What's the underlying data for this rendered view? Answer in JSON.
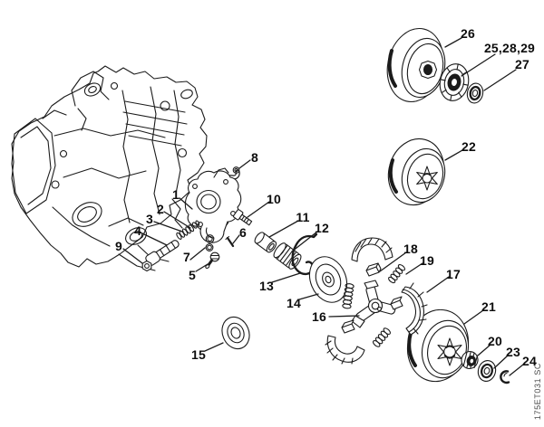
{
  "diagram": {
    "title_code": "175ET031 SC",
    "colors": {
      "line": "#1b1b1b",
      "background": "#ffffff",
      "label": "#0d0d0d"
    },
    "callouts": {
      "c1": "1",
      "c2": "2",
      "c3": "3",
      "c4": "4",
      "c5": "5",
      "c6": "6",
      "c7": "7",
      "c8": "8",
      "c9": "9",
      "c10": "10",
      "c11": "11",
      "c12": "12",
      "c13": "13",
      "c14": "14",
      "c15": "15",
      "c16": "16",
      "c17": "17",
      "c18": "18",
      "c19": "19",
      "c20": "20",
      "c21": "21",
      "c22": "22",
      "c23": "23",
      "c24": "24",
      "c25_28_29": "25,28,29",
      "c26": "26",
      "c27": "27"
    }
  }
}
